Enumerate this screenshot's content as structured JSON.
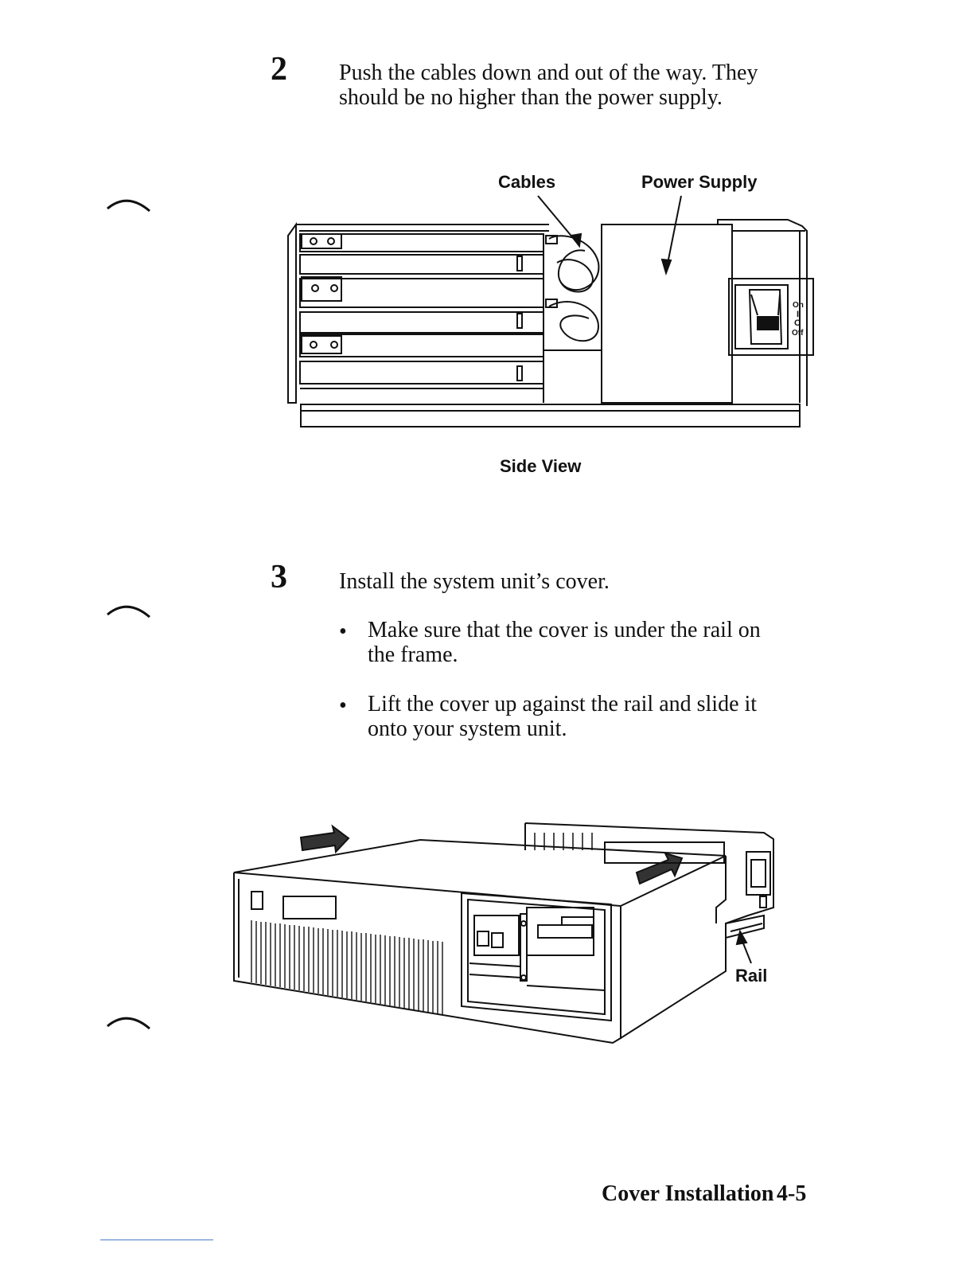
{
  "steps": [
    {
      "number": "2",
      "text_line1": "Push the cables down and out of the way.  They",
      "text_line2": "should be no higher than the power supply."
    },
    {
      "number": "3",
      "text": "Install the system unit’s cover.",
      "bullets": [
        {
          "line1": "Make sure that the cover is under the rail on",
          "line2": "the  frame."
        },
        {
          "line1": "Lift the cover up against the rail and slide it",
          "line2": "onto  your system unit."
        }
      ]
    }
  ],
  "side_view_figure": {
    "label_cables": "Cables",
    "label_power_supply": "Power Supply",
    "switch_on": "On",
    "switch_bar": "I",
    "switch_circle": "O",
    "switch_off": "Off",
    "caption": "Side View"
  },
  "cover_figure": {
    "label_rail": "Rail"
  },
  "footer": {
    "section": "Cover Installation",
    "page": "4-5"
  }
}
